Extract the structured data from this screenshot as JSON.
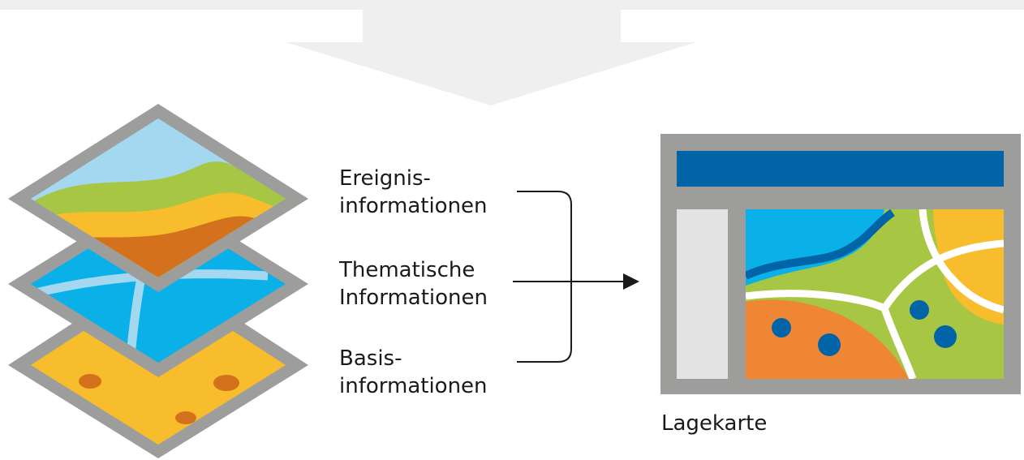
{
  "layers": [
    {
      "id": "ereignis",
      "line1": "Ereignis-",
      "line2": "informationen"
    },
    {
      "id": "thematisch",
      "line1": "Thematische",
      "line2": "Informationen"
    },
    {
      "id": "basis",
      "line1": "Basis-",
      "line2": "informationen"
    }
  ],
  "result": {
    "label": "Lagekarte"
  },
  "colors": {
    "frame_gray": "#9d9d9c",
    "sky_blue": "#a3d8f0",
    "water_blue": "#0ab1e9",
    "river_dark_blue": "#0064a7",
    "green": "#a6c644",
    "yellow": "#f8bd2c",
    "brown_orange": "#d4711d",
    "orange": "#ef8633",
    "light_gray": "#e3e3e3",
    "pale_gray": "#efefef"
  }
}
